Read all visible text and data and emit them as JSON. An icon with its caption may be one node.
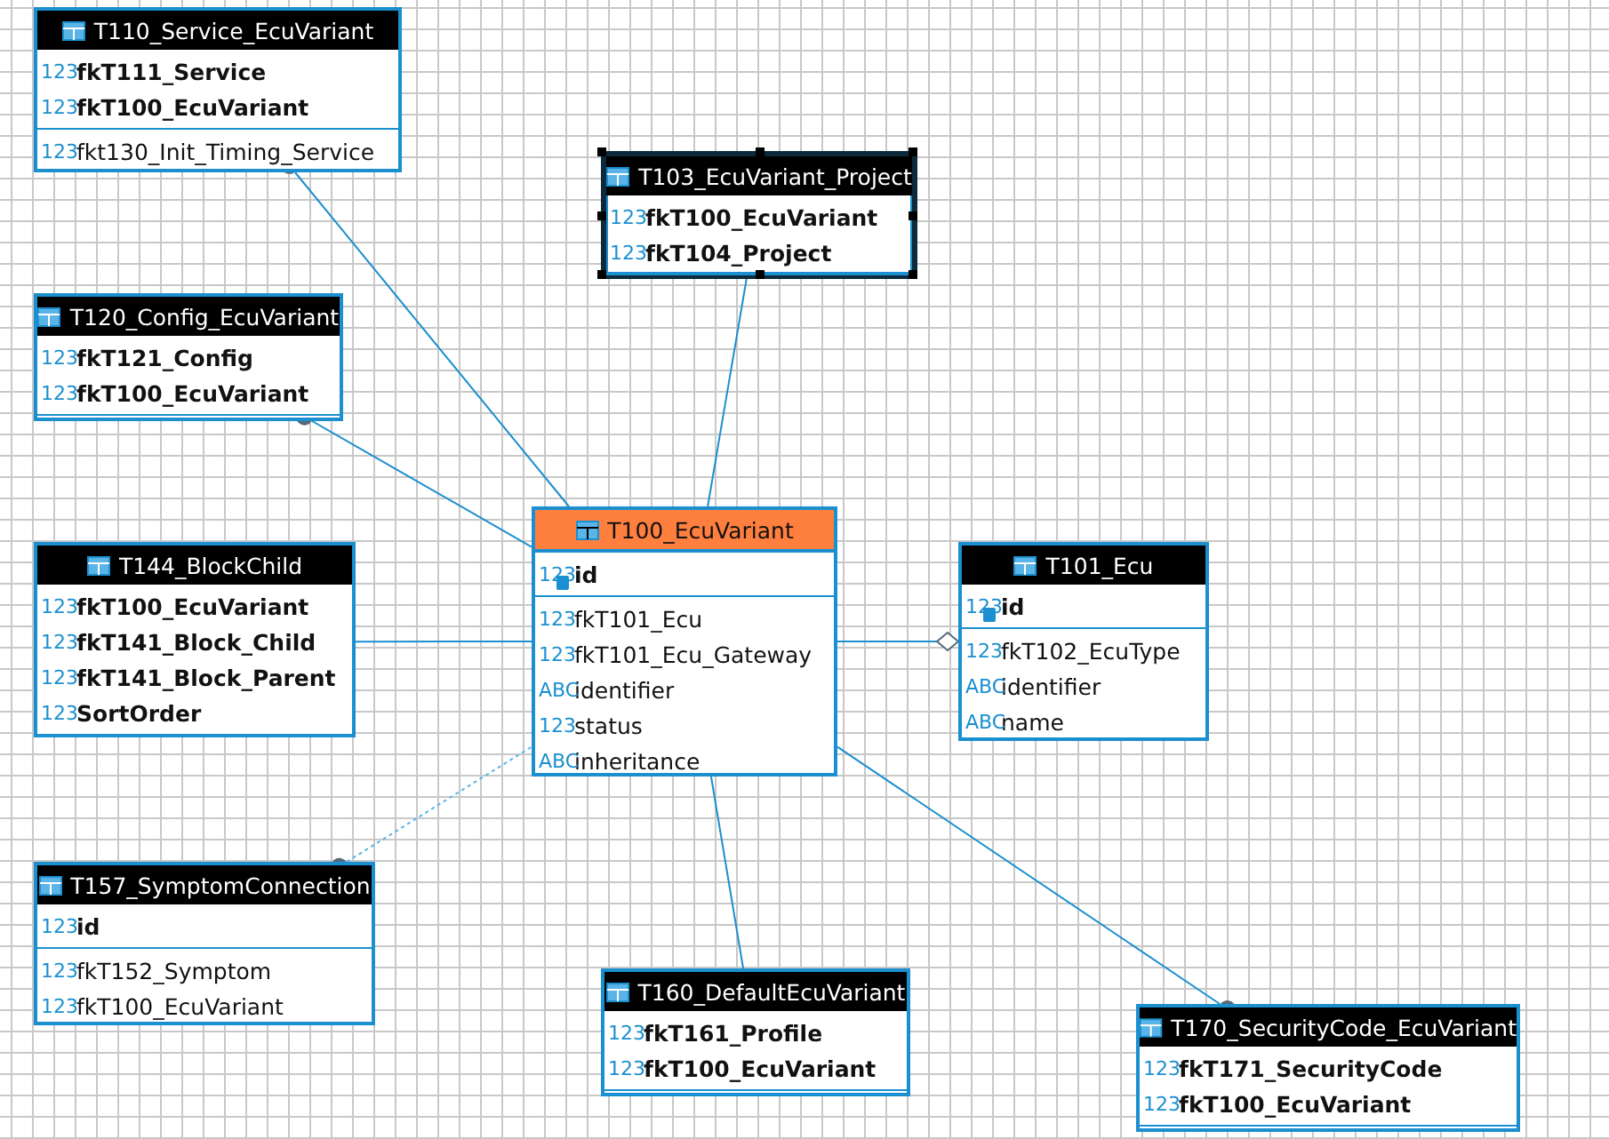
{
  "diagram": {
    "nodes": [
      {
        "text": [
          "T110_Service_EcuVariant"
        ]
      },
      {
        "text": [
          "123",
          "**fkT111_Service**"
        ],
        "in": 0
      },
      {
        "text": [
          "123",
          "**fkT100_EcuVariant**"
        ],
        "in": 0
      },
      {
        "text": [
          "123",
          "fkt130_Init_Timing_Service"
        ],
        "in": 0
      },
      {
        "text": [
          "T103_EcuVariant_Project"
        ]
      },
      {
        "text": [
          "123",
          "**fkT100_EcuVariant**"
        ],
        "in": 4
      },
      {
        "text": [
          "123",
          "**fkT104_Project**"
        ],
        "in": 4
      },
      {
        "text": [
          "T120_Config_EcuVariant"
        ]
      },
      {
        "text": [
          "123",
          "**fkT121_Config**"
        ],
        "in": 7
      },
      {
        "text": [
          "123",
          "**fkT100_EcuVariant**"
        ],
        "in": 7
      },
      {
        "text": [
          "T144_BlockChild"
        ]
      },
      {
        "text": [
          "123",
          "**fkT100_EcuVariant**"
        ],
        "in": 10
      },
      {
        "text": [
          "123",
          "**fkT141_Block_Child**"
        ],
        "in": 10
      },
      {
        "text": [
          "123",
          "**fkT141_Block_Parent**"
        ],
        "in": 10
      },
      {
        "text": [
          "123",
          "**SortOrder**"
        ],
        "in": 10
      },
      {
        "text": [
          "T100_EcuVariant"
        ]
      },
      {
        "text": [
          "123",
          "**id**"
        ],
        "in": 15
      },
      {
        "text": [
          "123",
          "fkT101_Ecu"
        ],
        "in": 15
      },
      {
        "text": [
          "123",
          "fkT101_Ecu_Gateway"
        ],
        "in": 15
      },
      {
        "text": [
          "ABC",
          "identifier"
        ],
        "in": 15
      },
      {
        "text": [
          "123",
          "status"
        ],
        "in": 15
      },
      {
        "text": [
          "ABC",
          "inheritance"
        ],
        "in": 15
      },
      {
        "text": [
          "T101_Ecu"
        ]
      },
      {
        "text": [
          "123",
          "**id**"
        ],
        "in": 22
      },
      {
        "text": [
          "123",
          "fkT102_EcuType"
        ],
        "in": 22
      },
      {
        "text": [
          "ABC",
          "identifier"
        ],
        "in": 22
      },
      {
        "text": [
          "ABC",
          "name"
        ],
        "in": 22
      },
      {
        "text": [
          "T157_SymptomConnection"
        ]
      },
      {
        "text": [
          "123",
          "**id**"
        ],
        "in": 27
      },
      {
        "text": [
          "123",
          "fkT152_Symptom"
        ],
        "in": 27
      },
      {
        "text": [
          "123",
          "fkT100_EcuVariant"
        ],
        "in": 27
      },
      {
        "text": [
          "T160_DefaultEcuVariant"
        ]
      },
      {
        "text": [
          "123",
          "**fkT161_Profile**"
        ],
        "in": 31
      },
      {
        "text": [
          "123",
          "**fkT100_EcuVariant**"
        ],
        "in": 31
      },
      {
        "text": [
          "T170_SecurityCode_EcuVariant"
        ]
      },
      {
        "text": [
          "123",
          "**fkT171_SecurityCode**"
        ],
        "in": 34
      },
      {
        "text": [
          "123",
          "**fkT100_EcuVariant**"
        ],
        "in": 34
      }
    ],
    "edges": [
      {
        "from": 0,
        "to": 15,
        "arrow": "other"
      },
      {
        "from": 4,
        "to": 15,
        "arrow": "other"
      },
      {
        "from": 7,
        "to": 15,
        "arrow": "other"
      },
      {
        "from": 10,
        "to": 15,
        "arrow": "other"
      },
      {
        "from": 27,
        "to": 15,
        "arrow": "other",
        "style": "dashed"
      },
      {
        "from": 31,
        "to": 15,
        "arrow": "other"
      },
      {
        "from": 34,
        "to": 15,
        "arrow": "other"
      },
      {
        "from": 15,
        "to": 22,
        "arrow": "other"
      }
    ]
  }
}
